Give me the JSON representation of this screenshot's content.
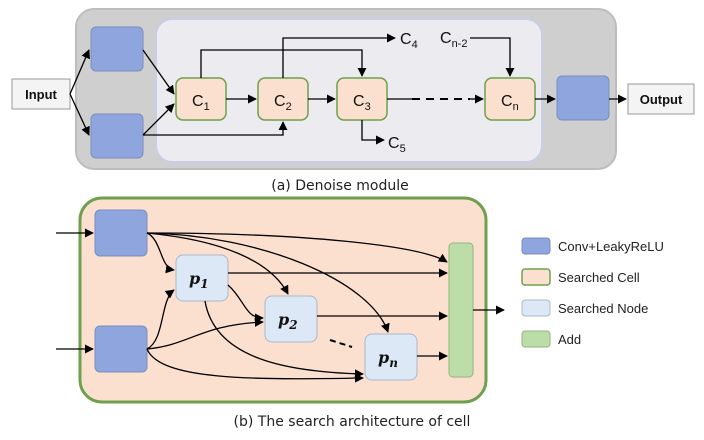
{
  "top": {
    "input_label": "Input",
    "output_label": "Output",
    "cells": [
      {
        "base": "C",
        "sub": "1"
      },
      {
        "base": "C",
        "sub": "2"
      },
      {
        "base": "C",
        "sub": "3"
      },
      {
        "base": "C",
        "sub": "n"
      }
    ],
    "side_labels": {
      "c4": {
        "base": "C",
        "sub": "4"
      },
      "c5": {
        "base": "C",
        "sub": "5"
      },
      "cn2": {
        "base": "C",
        "sub": "n-2"
      }
    },
    "caption": "(a) Denoise module"
  },
  "bottom": {
    "nodes": [
      {
        "base": "p",
        "sub": "1"
      },
      {
        "base": "p",
        "sub": "2"
      },
      {
        "base": "p",
        "sub": "n"
      }
    ],
    "caption": "(b) The search architecture of cell"
  },
  "legend": [
    {
      "label": "Conv+LeakyReLU",
      "color": "#8EA6DD"
    },
    {
      "label": "Searched Cell",
      "color": "#FBE0D0"
    },
    {
      "label": "Searched Node",
      "color": "#DCE8F5"
    },
    {
      "label": "Add",
      "color": "#BCDCA8"
    }
  ],
  "colors": {
    "conv": "#8EA6DD",
    "cell_fill": "#FBE0D0",
    "cell_stroke": "#6FA04E",
    "node_fill": "#DCE8F5",
    "add_fill": "#BCDCA8",
    "outer_gray": "#CFCFCF",
    "inner_gray": "#EBEBF0"
  }
}
